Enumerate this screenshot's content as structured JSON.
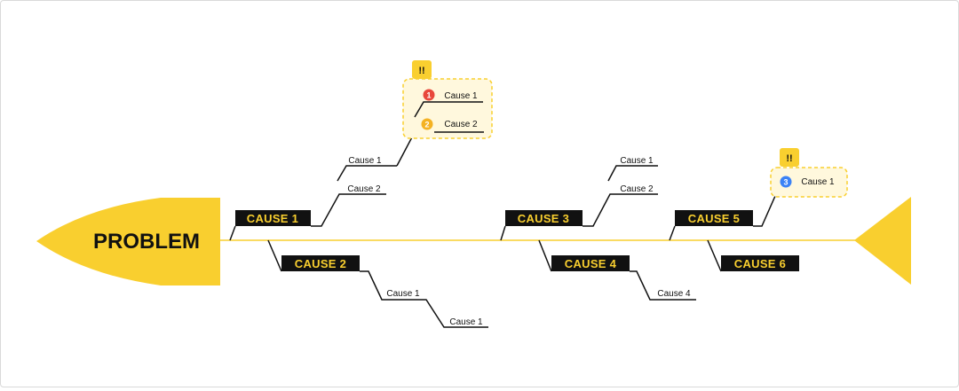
{
  "problem": {
    "label": "PROBLEM"
  },
  "causes": [
    {
      "label": "CAUSE 1",
      "subs": [
        "Cause 1",
        "Cause 2"
      ]
    },
    {
      "label": "CAUSE 2",
      "subs": [
        "Cause 1",
        "Cause 1"
      ]
    },
    {
      "label": "CAUSE 3",
      "subs": [
        "Cause 1",
        "Cause 2"
      ]
    },
    {
      "label": "CAUSE 4",
      "subs": [
        "Cause 4"
      ]
    },
    {
      "label": "CAUSE 5",
      "subs": []
    },
    {
      "label": "CAUSE 6",
      "subs": []
    }
  ],
  "groups": [
    {
      "flag": "!!",
      "items": [
        {
          "badge": "1",
          "label": "Cause 1"
        },
        {
          "badge": "2",
          "label": "Cause 2"
        }
      ]
    },
    {
      "flag": "!!",
      "items": [
        {
          "badge": "3",
          "label": "Cause 1"
        }
      ]
    }
  ],
  "colors": {
    "yellow": "#f9cf2f",
    "dark": "#111111",
    "badge_red": "#e8483c",
    "badge_orange": "#f4b223",
    "badge_blue": "#3b82f6",
    "group_fill": "#fff8dd"
  }
}
